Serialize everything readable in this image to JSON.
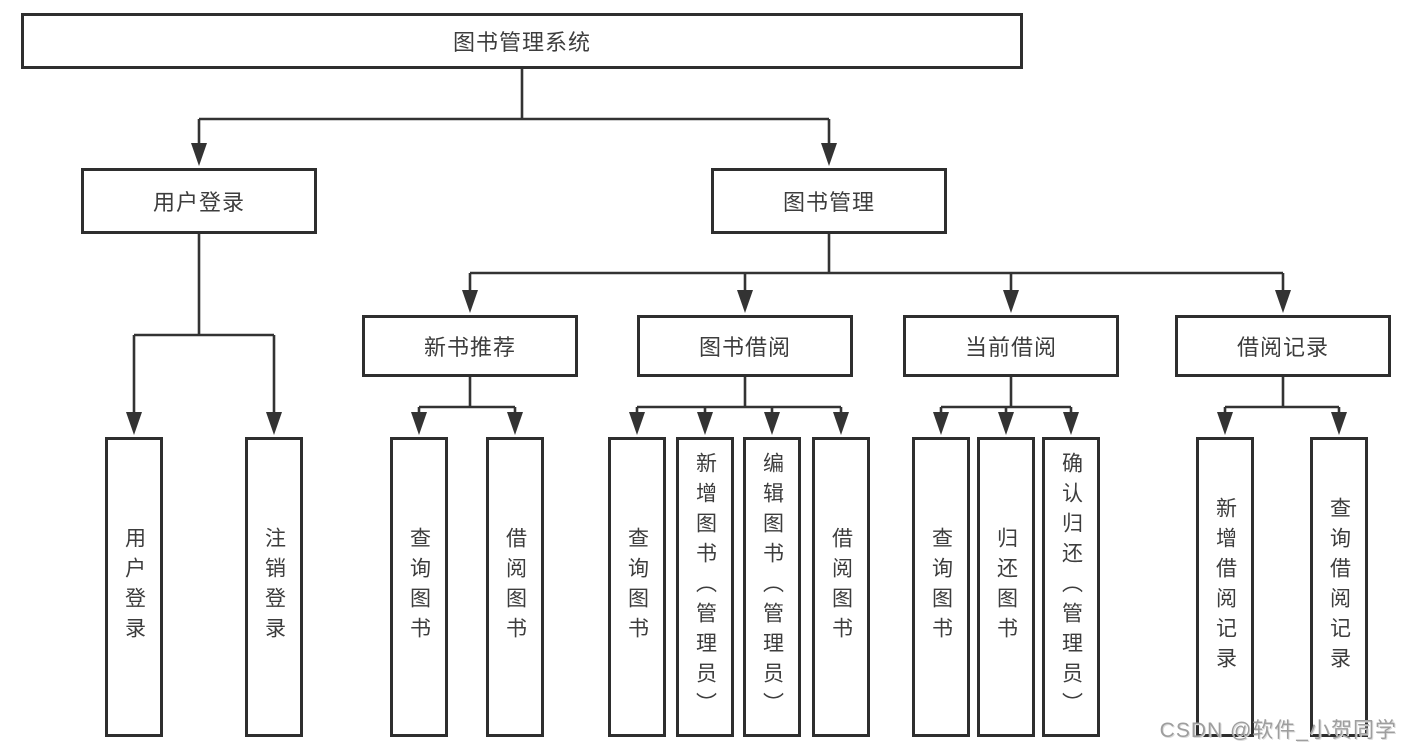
{
  "diagram": {
    "nodes": {
      "root": "图书管理系统",
      "user_login": "用户登录",
      "book_mgmt": "图书管理",
      "new_books": "新书推荐",
      "book_borrow": "图书借阅",
      "current_borrow": "当前借阅",
      "borrow_records": "借阅记录",
      "leaf_user_login": "用户登录",
      "leaf_logout": "注销登录",
      "leaf_nb_query": "查询图书",
      "leaf_nb_borrow": "借阅图书",
      "leaf_bb_query": "查询图书",
      "leaf_bb_add": "新增图书（管理员）",
      "leaf_bb_edit": "编辑图书（管理员）",
      "leaf_bb_borrow": "借阅图书",
      "leaf_cb_query": "查询图书",
      "leaf_cb_return": "归还图书",
      "leaf_cb_confirm": "确认归还（管理员）",
      "leaf_br_add": "新增借阅记录",
      "leaf_br_query": "查询借阅记录"
    },
    "colors": {
      "line": "#333333",
      "box_border": "#2e2e2e",
      "text": "#3d3d3d",
      "background": "#ffffff",
      "watermark": "#9e9e9e"
    }
  },
  "watermark": {
    "text": "CSDN @软件_小贺同学"
  }
}
